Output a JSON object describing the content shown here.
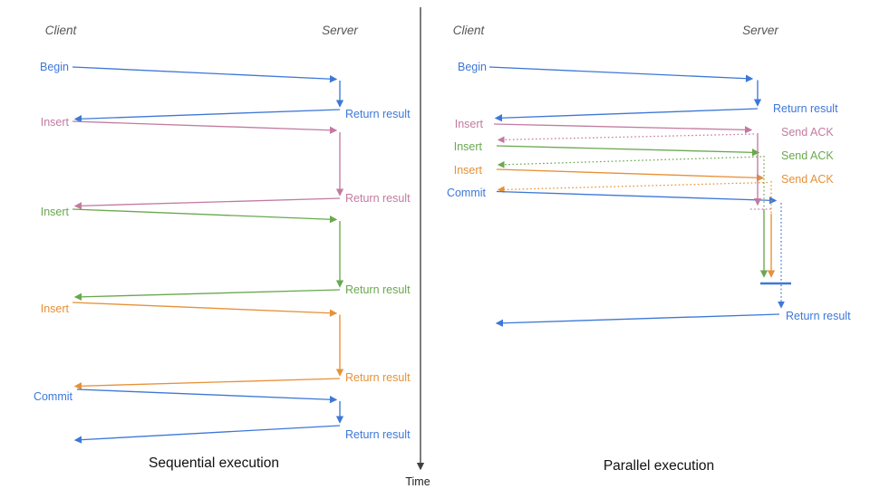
{
  "colors": {
    "blue": "#3d78d8",
    "pink": "#c27ba0",
    "green": "#6aa84f",
    "orange": "#e69138",
    "axis": "#3f3f3f",
    "ink": "#111111",
    "muted": "#565656"
  },
  "time_axis": {
    "label": "Time"
  },
  "sequential": {
    "title": "Sequential execution",
    "client_label": "Client",
    "server_label": "Server",
    "operations": [
      {
        "label": "Begin",
        "color": "blue",
        "response": "Return result"
      },
      {
        "label": "Insert",
        "color": "pink",
        "response": "Return result"
      },
      {
        "label": "Insert",
        "color": "green",
        "response": "Return result"
      },
      {
        "label": "Insert",
        "color": "orange",
        "response": "Return result"
      },
      {
        "label": "Commit",
        "color": "blue",
        "response": "Return result"
      }
    ]
  },
  "parallel": {
    "title": "Parallel execution",
    "client_label": "Client",
    "server_label": "Server",
    "operations": [
      {
        "label": "Begin",
        "color": "blue",
        "response": "Return result"
      },
      {
        "label": "Insert",
        "color": "pink",
        "response": "Send ACK"
      },
      {
        "label": "Insert",
        "color": "green",
        "response": "Send ACK"
      },
      {
        "label": "Insert",
        "color": "orange",
        "response": "Send ACK"
      },
      {
        "label": "Commit",
        "color": "blue",
        "response": "Return result"
      }
    ]
  }
}
